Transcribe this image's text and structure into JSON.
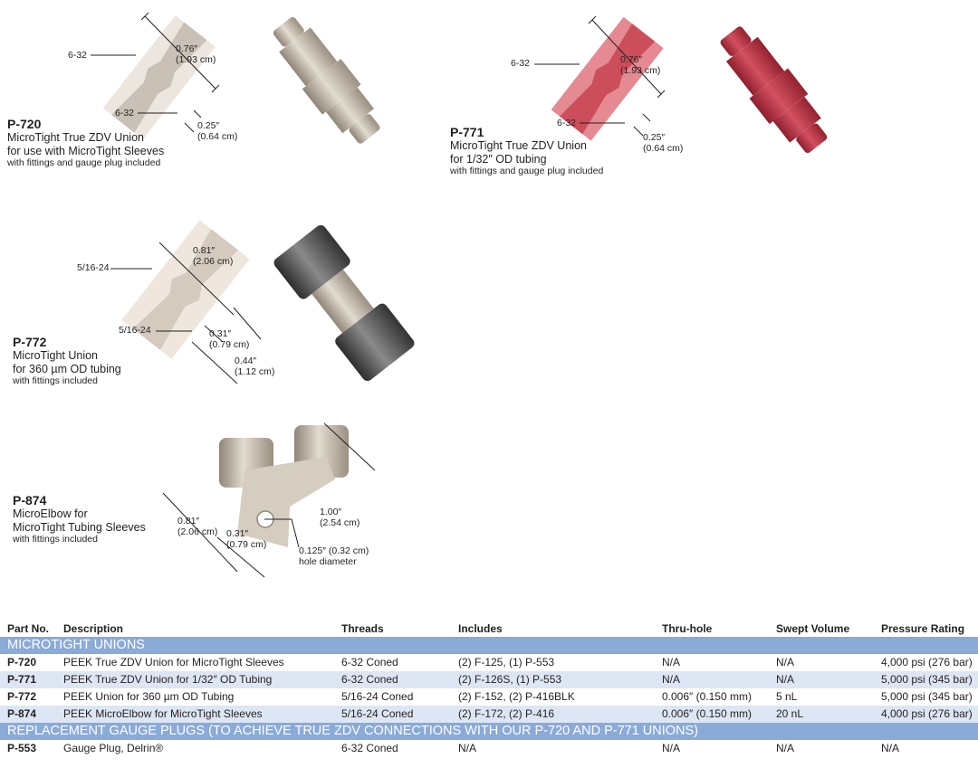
{
  "products": [
    {
      "part_no": "P-720",
      "desc_lines": [
        "MicroTight True ZDV Union",
        "for use with MicroTight Sleeves"
      ],
      "note": "with fittings and gauge plug included",
      "callouts": [
        "6-32",
        "6-32"
      ],
      "dims": [
        {
          "in": "0.76″",
          "cm": "(1.93 cm)"
        },
        {
          "in": "0.25″",
          "cm": "(0.64 cm)"
        }
      ],
      "color": "#c9bfb0"
    },
    {
      "part_no": "P-771",
      "desc_lines": [
        "MicroTight True ZDV Union",
        "for 1/32″ OD tubing"
      ],
      "note": "with fittings and gauge plug included",
      "callouts": [
        "6-32",
        "6-32"
      ],
      "dims": [
        {
          "in": "0.76″",
          "cm": "(1.93 cm)"
        },
        {
          "in": "0.25″",
          "cm": "(0.64 cm)"
        }
      ],
      "color": "#c4424f"
    },
    {
      "part_no": "P-772",
      "desc_lines": [
        "MicroTight Union",
        "for 360 µm OD tubing"
      ],
      "note": "with fittings included",
      "callouts": [
        "5/16-24",
        "5/16-24"
      ],
      "dims": [
        {
          "in": "0.81″",
          "cm": "(2.06 cm)"
        },
        {
          "in": "0.31″",
          "cm": "(0.79 cm)"
        },
        {
          "in": "0.44″",
          "cm": "(1.12 cm)"
        }
      ],
      "color": "#d9cfc2"
    },
    {
      "part_no": "P-874",
      "desc_lines": [
        "MicroElbow for",
        "MicroTight Tubing Sleeves"
      ],
      "note": "with fittings included",
      "dims": [
        {
          "in": "0.81″",
          "cm": "(2.06 cm)"
        },
        {
          "in": "0.31″",
          "cm": "(0.79 cm)"
        },
        {
          "in": "1.00″",
          "cm": "(2.54 cm)"
        },
        {
          "in": "0.125″ (0.32 cm)",
          "cm": "hole diameter"
        }
      ],
      "color": "#c9bfb0"
    }
  ],
  "table": {
    "headers": [
      "Part No.",
      "Description",
      "Threads",
      "Includes",
      "Thru-hole",
      "Swept Volume",
      "Pressure Rating"
    ],
    "sections": [
      {
        "title": "MICROTIGHT UNIONS",
        "rows": [
          [
            "P-720",
            "PEEK True ZDV Union for MicroTight Sleeves",
            "6-32 Coned",
            "(2) F-125, (1) P-553",
            "N/A",
            "N/A",
            "4,000 psi (276 bar)"
          ],
          [
            "P-771",
            "PEEK True ZDV Union for 1/32″ OD Tubing",
            "6-32 Coned",
            "(2) F-126S, (1) P-553",
            "N/A",
            "N/A",
            "5,000 psi (345 bar)"
          ],
          [
            "P-772",
            "PEEK Union for 360 µm OD Tubing",
            "5/16-24 Coned",
            "(2) F-152, (2) P-416BLK",
            "0.006″ (0.150 mm)",
            "5 nL",
            "5,000 psi (345 bar)"
          ],
          [
            "P-874",
            "PEEK MicroElbow for MicroTight Sleeves",
            "5/16-24 Coned",
            "(2) F-172, (2) P-416",
            "0.006″ (0.150 mm)",
            "20 nL",
            "4,000 psi (276 bar)"
          ]
        ]
      },
      {
        "title": "REPLACEMENT GAUGE PLUGS (TO ACHIEVE TRUE ZDV CONNECTIONS WITH OUR P-720 AND P-771 UNIONS)",
        "rows": [
          [
            "P-553",
            "Gauge Plug, Delrin®",
            "6-32 Coned",
            "N/A",
            "N/A",
            "N/A",
            "N/A"
          ]
        ]
      }
    ]
  }
}
